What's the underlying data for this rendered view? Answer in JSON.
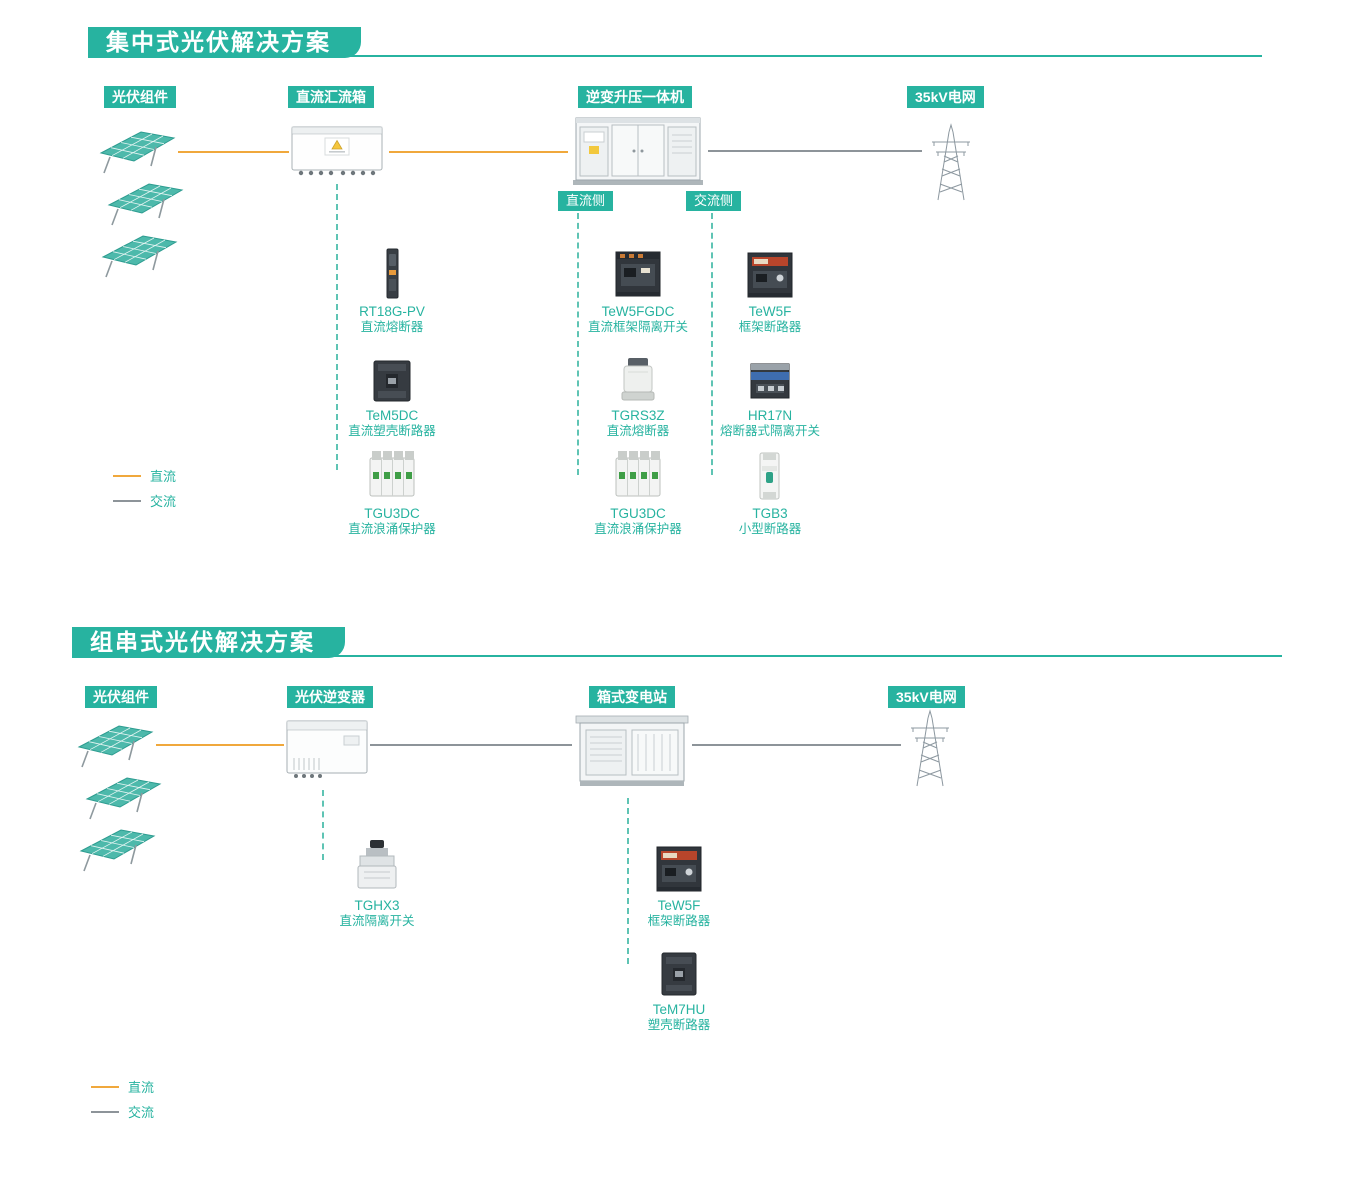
{
  "colors": {
    "accent_teal": "#27b3a0",
    "dc_line_orange": "#f0a83c",
    "ac_line_gray": "#8d9499"
  },
  "sections": [
    {
      "title": "集中式光伏解决方案",
      "node_labels": [
        "光伏组件",
        "直流汇流箱",
        "逆变升压一体机",
        "35kV电网"
      ],
      "side_labels": {
        "dc": "直流侧",
        "ac": "交流侧"
      },
      "chains": {
        "combiner": [
          {
            "name": "RT18G-PV",
            "desc": "直流熔断器"
          },
          {
            "name": "TeM5DC",
            "desc": "直流塑壳断路器"
          },
          {
            "name": "TGU3DC",
            "desc": "直流浪涌保护器"
          }
        ],
        "dc_side": [
          {
            "name": "TeW5FGDC",
            "desc": "直流框架隔离开关"
          },
          {
            "name": "TGRS3Z",
            "desc": "直流熔断器"
          },
          {
            "name": "TGU3DC",
            "desc": "直流浪涌保护器"
          }
        ],
        "ac_side": [
          {
            "name": "TeW5F",
            "desc": "框架断路器"
          },
          {
            "name": "HR17N",
            "desc": "熔断器式隔离开关"
          },
          {
            "name": "TGB3",
            "desc": "小型断路器"
          }
        ]
      },
      "legend": {
        "dc": "直流",
        "ac": "交流"
      }
    },
    {
      "title": "组串式光伏解决方案",
      "node_labels": [
        "光伏组件",
        "光伏逆变器",
        "箱式变电站",
        "35kV电网"
      ],
      "chains": {
        "inverter": [
          {
            "name": "TGHX3",
            "desc": "直流隔离开关"
          }
        ],
        "substation": [
          {
            "name": "TeW5F",
            "desc": "框架断路器"
          },
          {
            "name": "TeM7HU",
            "desc": "塑壳断路器"
          }
        ]
      },
      "legend": {
        "dc": "直流",
        "ac": "交流"
      }
    }
  ]
}
